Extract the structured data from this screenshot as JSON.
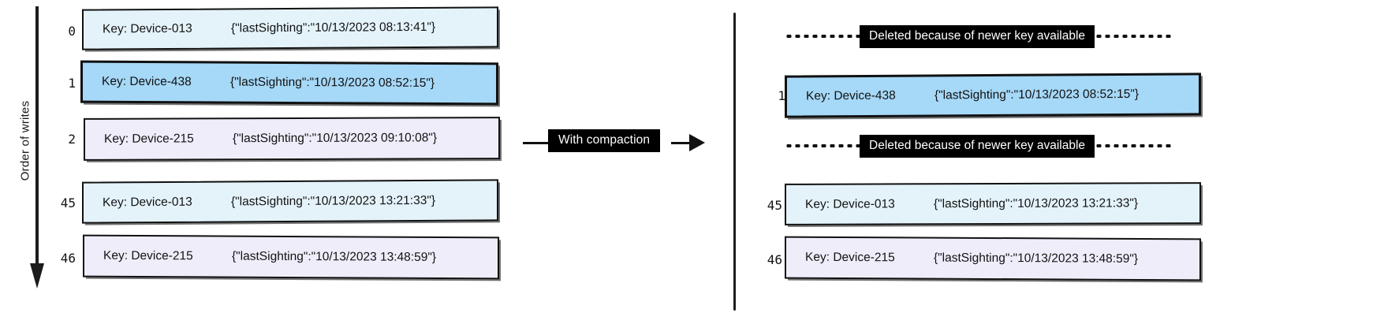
{
  "left_panel": {
    "axis_label": "Order of writes",
    "records": [
      {
        "index": "0",
        "key": "Key: Device-013",
        "value": "{\"lastSighting\":\"10/13/2023 08:13:41\"}",
        "color": "#e4f3fa",
        "color_name": "light-blue"
      },
      {
        "index": "1",
        "key": "Key: Device-438",
        "value": "{\"lastSighting\":\"10/13/2023 08:52:15\"}",
        "color": "#a6d8f7",
        "color_name": "blue"
      },
      {
        "index": "2",
        "key": "Key: Device-215",
        "value": "{\"lastSighting\":\"10/13/2023 09:10:08\"}",
        "color": "#f0edfa",
        "color_name": "lavender"
      },
      {
        "index": "45",
        "key": "Key: Device-013",
        "value": "{\"lastSighting\":\"10/13/2023 13:21:33\"}",
        "color": "#e4f3fa",
        "color_name": "light-blue"
      },
      {
        "index": "46",
        "key": "Key: Device-215",
        "value": "{\"lastSighting\":\"10/13/2023 13:48:59\"}",
        "color": "#f0edfa",
        "color_name": "lavender"
      }
    ]
  },
  "transition": {
    "label": "With compaction",
    "arrow_icon": "right-arrow-icon"
  },
  "right_panel": {
    "rows": [
      {
        "kind": "deleted",
        "note": "Deleted because of newer key available"
      },
      {
        "kind": "record",
        "index": "1",
        "key": "Key: Device-438",
        "value": "{\"lastSighting\":\"10/13/2023 08:52:15\"}",
        "color": "#a6d8f7",
        "color_name": "blue"
      },
      {
        "kind": "deleted",
        "note": "Deleted because of newer key available"
      },
      {
        "kind": "record",
        "index": "45",
        "key": "Key: Device-013",
        "value": "{\"lastSighting\":\"10/13/2023 13:21:33\"}",
        "color": "#e4f3fa",
        "color_name": "light-blue"
      },
      {
        "kind": "record",
        "index": "46",
        "key": "Key: Device-215",
        "value": "{\"lastSighting\":\"10/13/2023 13:48:59\"}",
        "color": "#f0edfa",
        "color_name": "lavender"
      }
    ]
  },
  "colors": {
    "stroke": "#111111",
    "annotation_bg": "#000000",
    "annotation_fg": "#ffffff",
    "light_blue": "#e4f3fa",
    "blue": "#a6d8f7",
    "lavender": "#f0edfa"
  }
}
